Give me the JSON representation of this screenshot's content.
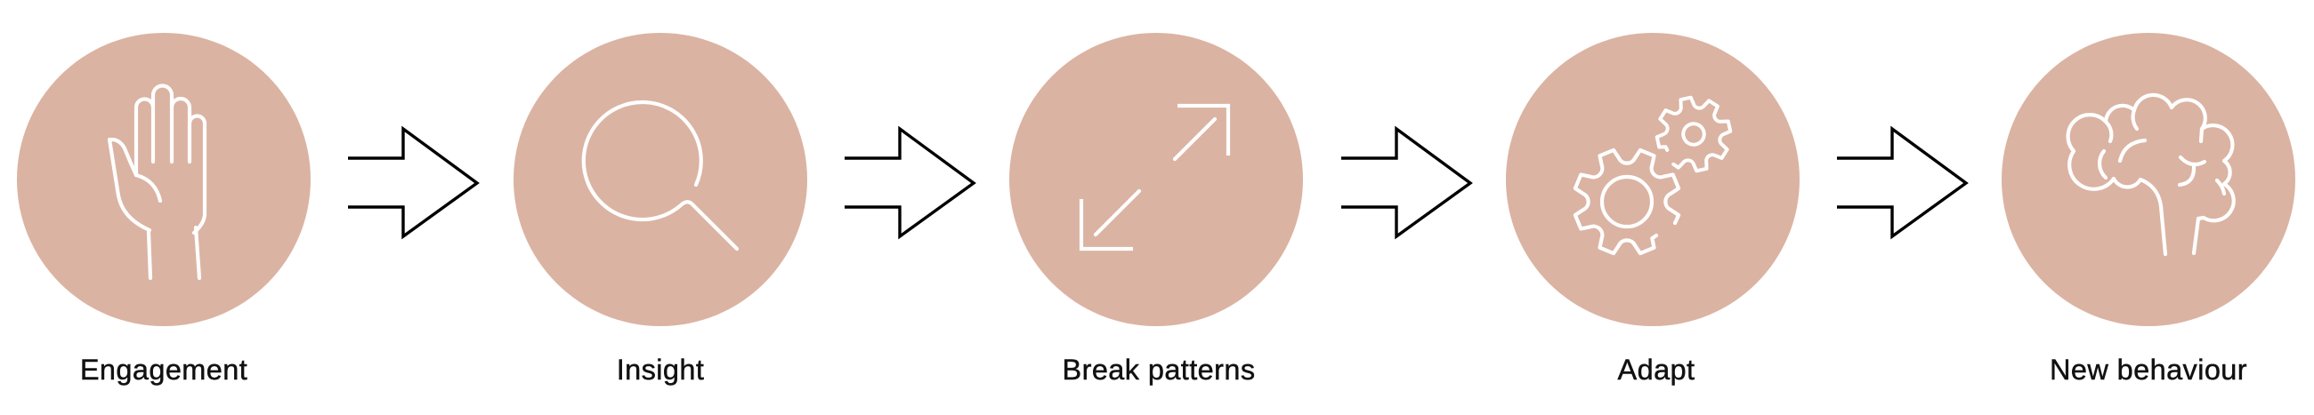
{
  "diagram": {
    "type": "process-flow",
    "circle_color": "#dbb3a2",
    "icon_color": "#ffffff",
    "arrow_color": "#000000",
    "label_color": "#111111",
    "steps": [
      {
        "label": "Engagement",
        "icon": "raised-hand-icon"
      },
      {
        "label": "Insight",
        "icon": "magnifying-glass-icon"
      },
      {
        "label": "Break patterns",
        "icon": "expand-arrows-icon"
      },
      {
        "label": "Adapt",
        "icon": "gears-icon"
      },
      {
        "label": "New behaviour",
        "icon": "brain-icon"
      }
    ],
    "connectors": [
      {
        "from": "Engagement",
        "to": "Insight",
        "icon": "outline-arrow-right-icon"
      },
      {
        "from": "Insight",
        "to": "Break patterns",
        "icon": "outline-arrow-right-icon"
      },
      {
        "from": "Break patterns",
        "to": "Adapt",
        "icon": "outline-arrow-right-icon"
      },
      {
        "from": "Adapt",
        "to": "New behaviour",
        "icon": "outline-arrow-right-icon"
      }
    ]
  }
}
